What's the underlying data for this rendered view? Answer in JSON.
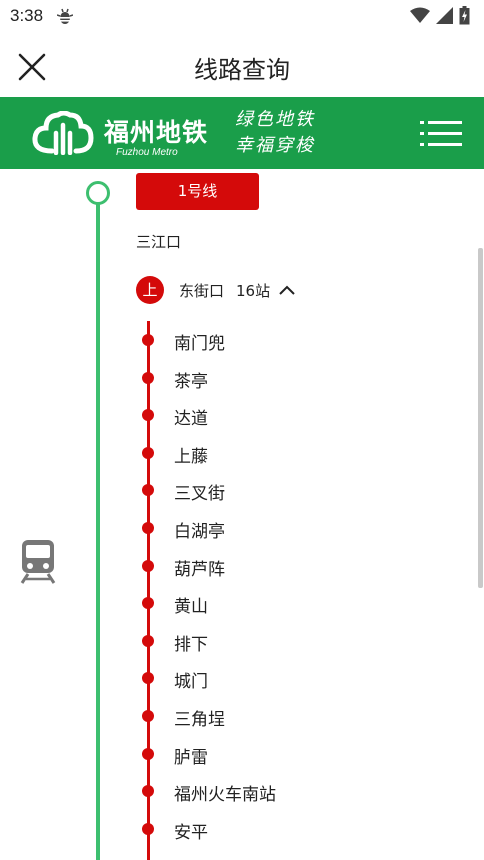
{
  "status_bar": {
    "time": "3:38",
    "icons": [
      "bug-icon",
      "wifi-icon",
      "signal-icon",
      "battery-icon"
    ]
  },
  "header": {
    "title": "线路查询",
    "close_icon": "close-icon"
  },
  "banner": {
    "brand_cn": "福州地铁",
    "brand_en": "Fuzhou Metro",
    "slogan_line1": "绿色地铁",
    "slogan_line2": "幸福穿梭",
    "menu_icon": "menu-icon",
    "background_color": "#1a9e4a"
  },
  "route": {
    "line_label": "1号线",
    "origin": "三江口",
    "direction_badge": "上",
    "destination": "东街口",
    "station_count": "16站",
    "line_color": "#d40a0a",
    "walk_color": "#3dbf6f",
    "stations": [
      "南门兜",
      "茶亭",
      "达道",
      "上藤",
      "三叉街",
      "白湖亭",
      "葫芦阵",
      "黄山",
      "排下",
      "城门",
      "三角埕",
      "胪雷",
      "福州火车南站",
      "安平"
    ]
  }
}
